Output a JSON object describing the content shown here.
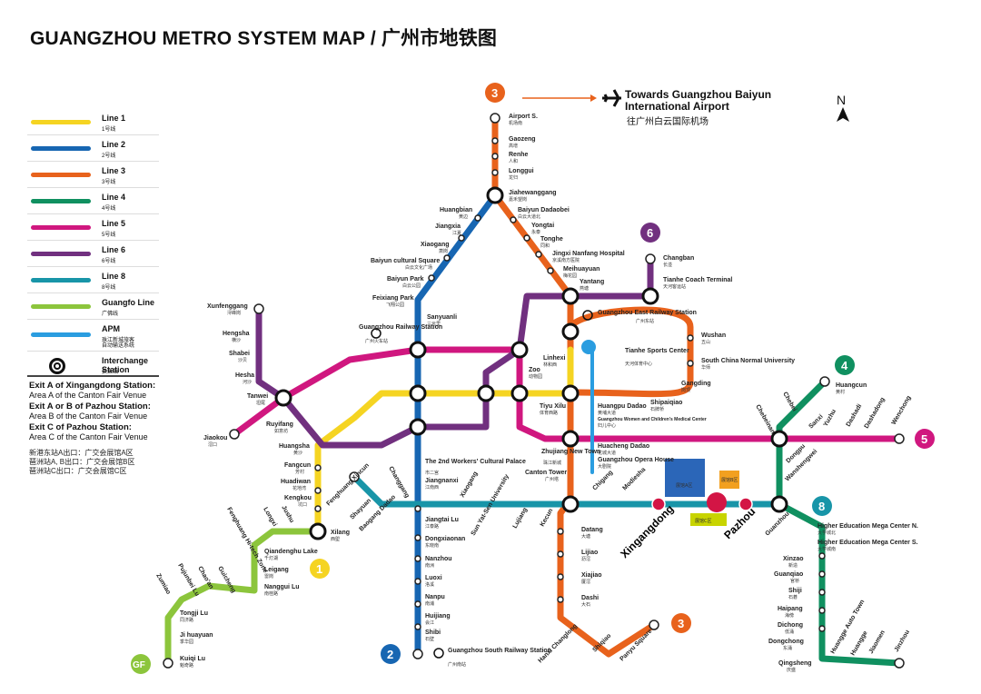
{
  "title": "GUANGZHOU METRO SYSTEM MAP / 广州市地铁图",
  "legend": [
    {
      "name": "Line 1",
      "cn": "1号线",
      "color": "#f5d422"
    },
    {
      "name": "Line 2",
      "cn": "2号线",
      "color": "#1766b2"
    },
    {
      "name": "Line 3",
      "cn": "3号线",
      "color": "#e8621c"
    },
    {
      "name": "Line 4",
      "cn": "4号线",
      "color": "#109060"
    },
    {
      "name": "Line 5",
      "cn": "5号线",
      "color": "#d0177f"
    },
    {
      "name": "Line 6",
      "cn": "6号线",
      "color": "#71307f"
    },
    {
      "name": "Line 8",
      "cn": "8号线",
      "color": "#1895a8"
    },
    {
      "name": "Guangfo Line",
      "cn": "广佛线",
      "color": "#8cc53c"
    },
    {
      "name": "APM",
      "cn": "珠江新城旅客",
      "sub": "自动输送系统",
      "color": "#2a9de0"
    },
    {
      "name": "Interchange Station",
      "cn": "换乘站"
    }
  ],
  "exits": [
    {
      "title": "Exit A of Xingangdong Station:",
      "desc": "Area A of the Canton Fair Venue"
    },
    {
      "title": "Exit A or B of Pazhou Station:",
      "desc": "Area B of the Canton Fair Venue"
    },
    {
      "title": "Exit C of Pazhou Station:",
      "desc": "Area C of the Canton Fair Venue"
    }
  ],
  "exits_cn": [
    "新港东站A出口：广交会展馆A区",
    "琶洲站A, B出口：广交会展馆B区",
    "琶洲站C出口：广交会展馆C区"
  ],
  "airport": {
    "title": "Towards Guangzhou Baiyun International Airport",
    "cn": "往广州白云国际机场"
  },
  "north": "N",
  "line_badges": {
    "l3_top": "3",
    "l3_bottom": "3",
    "l6": "6",
    "l4": "4",
    "l5": "5",
    "l8": "8",
    "l1": "1",
    "l2": "2",
    "gf": "GF"
  },
  "venue_labels": {
    "a": "展馆A区",
    "b": "展馆B区",
    "c": "展馆C区"
  },
  "stations": {
    "airport_s": {
      "en": "Airport S.",
      "cn": "机场南"
    },
    "gaozeng": {
      "en": "Gaozeng",
      "cn": "高增"
    },
    "renhe": {
      "en": "Renhe",
      "cn": "人和"
    },
    "longgui": {
      "en": "Longgui",
      "cn": "龙归"
    },
    "jiahewanggang": {
      "en": "Jiahewanggang",
      "cn": "嘉禾望岗"
    },
    "baiyun_dadaobei": {
      "en": "Baiyun Dadaobei",
      "cn": "白云大道北"
    },
    "yongtai": {
      "en": "Yongtai",
      "cn": "永泰"
    },
    "tonghe": {
      "en": "Tonghe",
      "cn": "同和"
    },
    "jingxi": {
      "en": "Jingxi Nanfang Hospital",
      "cn": "京溪南方医院"
    },
    "meihuayuan": {
      "en": "Meihuayuan",
      "cn": "梅花园"
    },
    "yantang": {
      "en": "Yantang",
      "cn": "燕塘"
    },
    "huangbian": {
      "en": "Huangbian",
      "cn": "黄边"
    },
    "jiangxia": {
      "en": "Jiangxia",
      "cn": "江夏"
    },
    "xiaogang": {
      "en": "Xiaogang",
      "cn": "萧岗"
    },
    "baiyun_cultural": {
      "en": "Baiyun cultural Square",
      "cn": "白云文化广场"
    },
    "baiyun_park": {
      "en": "Baiyun Park",
      "cn": "白云公园"
    },
    "feixiang_park": {
      "en": "Feixiang Park",
      "cn": "飞翔公园"
    },
    "sanyuanli": {
      "en": "Sanyuanli",
      "cn": "三元里"
    },
    "gz_railway": {
      "en": "Guangzhou Railway Station",
      "cn": "广州火车站"
    },
    "changban": {
      "en": "Changban",
      "cn": "长湴"
    },
    "tianhe_coach": {
      "en": "Tianhe Coach Terminal",
      "cn": "天河客运站"
    },
    "gz_east": {
      "en": "Guangzhou East Railway Station",
      "cn": "广州东站"
    },
    "wushan": {
      "en": "Wushan",
      "cn": "五山"
    },
    "south_china_normal": {
      "en": "South China Normal University",
      "cn": "华师"
    },
    "gangding": {
      "en": "Gangding",
      "cn": "岗顶"
    },
    "shipaiqiao": {
      "en": "Shipaiqiao",
      "cn": "石牌桥"
    },
    "tianhe_sports": {
      "en": "Tianhe Sports Center",
      "cn": "天河体育中心"
    },
    "linhexi": {
      "en": "Linhexi",
      "cn": "林和西"
    },
    "tiyu_xilu": {
      "en": "Tiyu Xilu",
      "cn": "体育西路"
    },
    "zoo": {
      "en": "Zoo",
      "cn": "动物园"
    },
    "xunfenggang": {
      "en": "Xunfenggang",
      "cn": "浔峰岗"
    },
    "hengsha": {
      "en": "Hengsha",
      "cn": "横沙"
    },
    "shabei": {
      "en": "Shabei",
      "cn": "沙贝"
    },
    "hesha": {
      "en": "Hesha",
      "cn": "河沙"
    },
    "tanwei": {
      "en": "Tanwei",
      "cn": "坦尾"
    },
    "ruyifang": {
      "en": "Ruyifang",
      "cn": "如意坊"
    },
    "jiaokou": {
      "en": "Jiaokou",
      "cn": "滘口"
    },
    "huangsha": {
      "en": "Huangsha",
      "cn": "黄沙"
    },
    "fangcun": {
      "en": "Fangcun",
      "cn": "芳村"
    },
    "huadiwan": {
      "en": "Huadiwan",
      "cn": "花地湾"
    },
    "kengkou": {
      "en": "Kengkou",
      "cn": "坑口"
    },
    "xilang": {
      "en": "Xilang",
      "cn": "西塱"
    },
    "zhuijiang": {
      "en": "Zhujiang New Town",
      "cn": "珠江新城"
    },
    "canton_tower": {
      "en": "Canton Tower",
      "cn": "广州塔"
    },
    "huangpu_dadao": {
      "en": "Huangpu Dadao",
      "cn": "黄埔大道"
    },
    "women_children": {
      "en": "Guangzhou Women and Children's Medical Center",
      "cn": "妇儿中心"
    },
    "huacheng_dadao": {
      "en": "Huacheng Dadao",
      "cn": "花城大道"
    },
    "opera_house": {
      "en": "Guangzhou Opera House",
      "cn": "大剧院"
    },
    "jiangnanxi": {
      "en": "Jiangnanxi",
      "cn": "江南西"
    },
    "workers_palace": {
      "en": "The 2nd Workers' Cultural Palace",
      "cn": "市二宫"
    },
    "jiangtai_lu": {
      "en": "Jiangtai Lu",
      "cn": "江泰路"
    },
    "dongxiaonan": {
      "en": "Dongxiaonan",
      "cn": "东晓南"
    },
    "nanzhou": {
      "en": "Nanzhou",
      "cn": "南洲"
    },
    "luoxi": {
      "en": "Luoxi",
      "cn": "洛溪"
    },
    "nanpu": {
      "en": "Nanpu",
      "cn": "南浦"
    },
    "huijiang": {
      "en": "Huijiang",
      "cn": "会江"
    },
    "shibi": {
      "en": "Shibi",
      "cn": "石壁"
    },
    "gz_south": {
      "en": "Guangzhou South Railway Station",
      "cn": "广州南站"
    },
    "datang": {
      "en": "Datang",
      "cn": "大塘"
    },
    "lijiao": {
      "en": "Lijiao",
      "cn": "沥滘"
    },
    "xiajiao": {
      "en": "Xiajiao",
      "cn": "厦滘"
    },
    "dashi": {
      "en": "Dashi",
      "cn": "大石"
    },
    "hanxi": {
      "en": "Hanxi Changlong",
      "cn": "汉溪长隆"
    },
    "shiqiao": {
      "en": "Shiqiao",
      "cn": "市桥"
    },
    "panyu_square": {
      "en": "Panyu Square",
      "cn": "番禺广场"
    },
    "huangcun": {
      "en": "Huangcun",
      "cn": "黄村"
    },
    "chebei": {
      "en": "Chebei",
      "cn": "车陂"
    },
    "chebeinan": {
      "en": "Chebeinan",
      "cn": "车陂南"
    },
    "dongpu": {
      "en": "Dongpu",
      "cn": "东圃"
    },
    "sanxi": {
      "en": "Sanxi",
      "cn": "三溪"
    },
    "yuzhu": {
      "en": "Yuzhu",
      "cn": "鱼珠"
    },
    "dashadi": {
      "en": "Dashadi",
      "cn": "大沙地"
    },
    "dashadong": {
      "en": "Dashadong",
      "cn": "大沙东"
    },
    "wenchong": {
      "en": "Wenchong",
      "cn": "文冲"
    },
    "wanshengwei": {
      "en": "Wanshengwei",
      "cn": "万胜围"
    },
    "guanzhou": {
      "en": "Guanzhou",
      "cn": "官洲"
    },
    "hemc_n": {
      "en": "Higher Education Mega Center N.",
      "cn": "大学城北"
    },
    "hemc_s": {
      "en": "Higher Education Mega Center S.",
      "cn": "大学城南"
    },
    "xinzao": {
      "en": "Xinzao",
      "cn": "新造"
    },
    "guanqiao": {
      "en": "Guanqiao",
      "cn": "官桥"
    },
    "shiji": {
      "en": "Shiji",
      "cn": "石碁"
    },
    "haipang": {
      "en": "Haipang",
      "cn": "海傍"
    },
    "dichong": {
      "en": "Dichong",
      "cn": "低涌"
    },
    "dongchong": {
      "en": "Dongchong",
      "cn": "东涌"
    },
    "qingsheng": {
      "en": "Qingsheng",
      "cn": "庆盛"
    },
    "huangge_auto": {
      "en": "Huangge Auto Town",
      "cn": "黄阁汽车城"
    },
    "huangge": {
      "en": "Huangge",
      "cn": "黄阁"
    },
    "jiaomen": {
      "en": "Jiaomen",
      "cn": "蕉门"
    },
    "jinzhou": {
      "en": "Jinzhou",
      "cn": "金洲"
    },
    "xingangdong": {
      "en": "Xingangdong",
      "cn": "新港东"
    },
    "pazhou": {
      "en": "Pazhou",
      "cn": "琶洲"
    },
    "modiesha": {
      "en": "Modiesha",
      "cn": "磨碟沙"
    },
    "chigang": {
      "en": "Chigang",
      "cn": "赤岗"
    },
    "kecun": {
      "en": "Kecun",
      "cn": "客村"
    },
    "lujiang": {
      "en": "Lujiang",
      "cn": "鹭江"
    },
    "sun_yatsen_univ": {
      "en": "Sun Yat-Sen University",
      "cn": "中大"
    },
    "xiaogang8": {
      "en": "Xiaogang",
      "cn": "晓港"
    },
    "changgang": {
      "en": "Changgang",
      "cn": "昌岗"
    },
    "baogang": {
      "en": "Baogang Dadao",
      "cn": "宝岗大道"
    },
    "shayuan": {
      "en": "Shayuan",
      "cn": "沙园"
    },
    "fenghuang": {
      "en": "Fenghuang Xincun",
      "cn": "凤凰新村"
    },
    "qiandenghu": {
      "en": "Qiandenghu Lake",
      "cn": "千灯湖"
    },
    "leigang": {
      "en": "Leigang",
      "cn": "雷岗"
    },
    "nanguilu": {
      "en": "Nanggui Lu",
      "cn": "南桂路"
    },
    "tongji": {
      "en": "Tongji Lu",
      "cn": "同济路"
    },
    "jihuayuan": {
      "en": "Ji huayuan",
      "cn": "季华园"
    },
    "kuiqi": {
      "en": "Kuiqi Lu",
      "cn": "魁奇路"
    },
    "zumiao": {
      "en": "Zumiao",
      "cn": "祖庙"
    },
    "pujunbeilu": {
      "en": "Pujunbei Lu",
      "cn": "普君北路"
    },
    "chaoan": {
      "en": "Chao'an",
      "cn": "朝安"
    },
    "guicheng": {
      "en": "Guicheng",
      "cn": "桂城"
    },
    "longxi": {
      "en": "Longxi",
      "cn": "龙溪"
    },
    "jushu": {
      "en": "Jushu",
      "cn": "菊树"
    },
    "hitech": {
      "en": "Fenghuang Hi-tech Zone",
      "cn": "金融高新区"
    }
  }
}
